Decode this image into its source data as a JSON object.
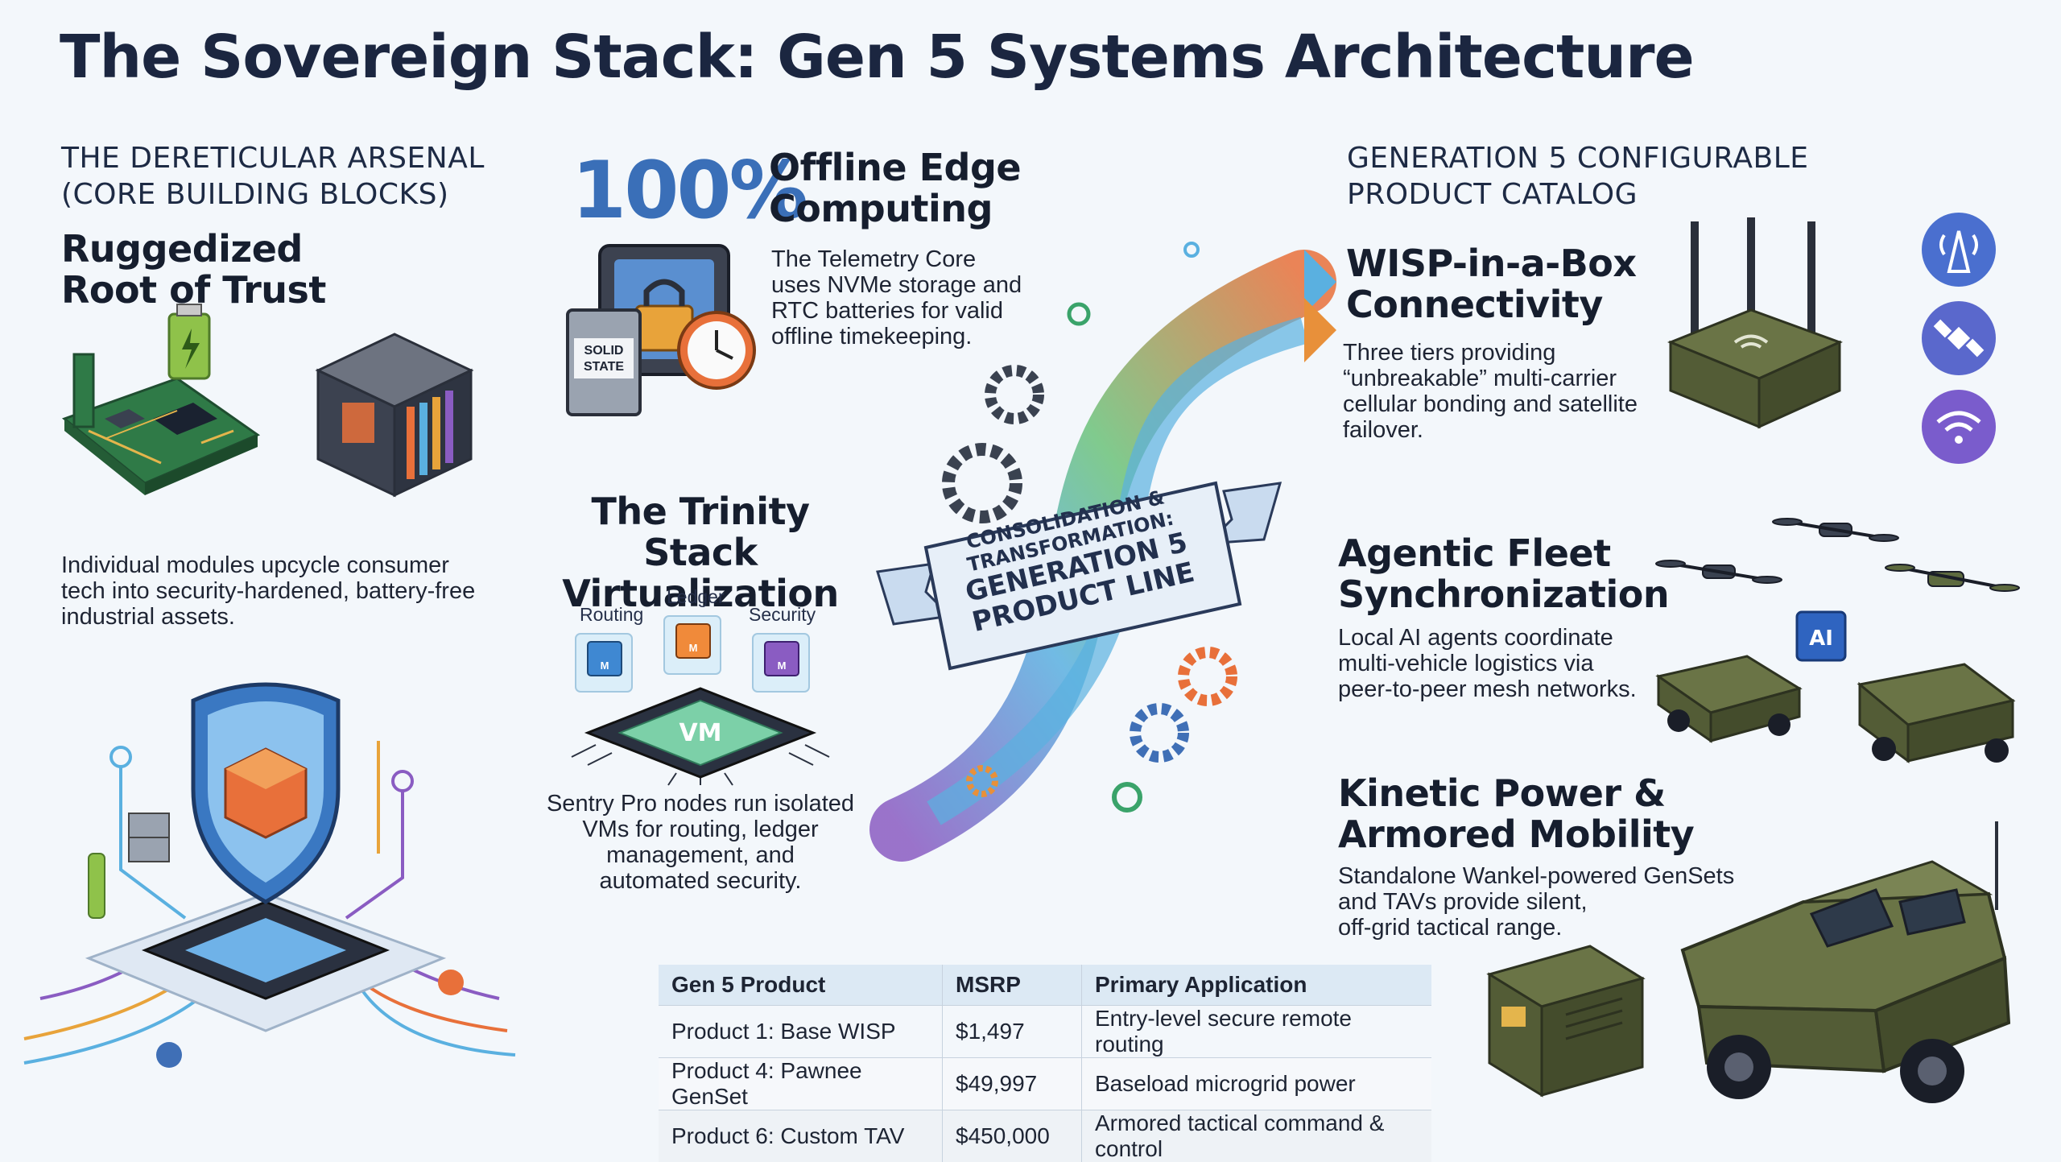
{
  "title": "The Sovereign Stack: Gen 5 Systems Architecture",
  "left": {
    "heading_line1": "THE DERETICULAR ARSENAL",
    "heading_line2": "(CORE BUILDING BLOCKS)",
    "rugged_line1": "Ruggedized",
    "rugged_line2": "Root of Trust",
    "desc_line1": "Individual modules upcycle consumer",
    "desc_line2": "tech into security-hardened, battery-free",
    "desc_line3": "industrial assets."
  },
  "middle": {
    "percent": "100%",
    "offline_line1": "Offline Edge",
    "offline_line2": "Computing",
    "ssd_label_line1": "SOLID",
    "ssd_label_line2": "STATE",
    "telemetry_line1": "The Telemetry Core",
    "telemetry_line2": "uses NVMe storage and",
    "telemetry_line3": "RTC batteries for valid",
    "telemetry_line4": "offline timekeeping.",
    "trinity_line1": "The Trinity Stack",
    "trinity_line2": "Virtualization",
    "vm_labels": [
      "Routing",
      "Ledger",
      "Security"
    ],
    "vm_cube_letter": "M",
    "vm_chip": "VM",
    "sentry_line1": "Sentry Pro nodes run isolated",
    "sentry_line2": "VMs for routing, ledger",
    "sentry_line3": "management, and",
    "sentry_line4": "automated security.",
    "banner_line1": "CONSOLIDATION &",
    "banner_line2": "TRANSFORMATION:",
    "banner_line3": "GENERATION 5",
    "banner_line4": "PRODUCT LINE"
  },
  "right": {
    "heading_line1": "GENERATION 5 CONFIGURABLE",
    "heading_line2": "PRODUCT CATALOG",
    "wisp_line1": "WISP-in-a-Box",
    "wisp_line2": "Connectivity",
    "wisp_desc1": "Three tiers providing",
    "wisp_desc2": "“unbreakable” multi-carrier",
    "wisp_desc3": "cellular bonding and satellite",
    "wisp_desc4": "failover.",
    "fleet_line1": "Agentic Fleet",
    "fleet_line2": "Synchronization",
    "fleet_desc1": "Local AI agents coordinate",
    "fleet_desc2": "multi-vehicle logistics via",
    "fleet_desc3": "peer-to-peer mesh networks.",
    "ai_chip": "AI",
    "kinetic_line1": "Kinetic Power &",
    "kinetic_line2": "Armored Mobility",
    "kinetic_desc1": "Standalone Wankel-powered GenSets",
    "kinetic_desc2": "and TAVs provide silent,",
    "kinetic_desc3": "off-grid tactical range."
  },
  "table": {
    "headers": [
      "Gen 5 Product",
      "MSRP",
      "Primary Application"
    ],
    "rows": [
      [
        "Product 1: Base WISP",
        "$1,497",
        "Entry-level secure remote routing"
      ],
      [
        "Product 4: Pawnee GenSet",
        "$49,997",
        "Baseload microgrid power"
      ],
      [
        "Product 6: Custom TAV",
        "$450,000",
        "Armored tactical command & control"
      ]
    ]
  },
  "icons": [
    "circuit-board-icon",
    "battery-icon",
    "server-cube-icon",
    "shield-chip-icon",
    "ssd-lock-icon",
    "clock-icon",
    "gear-icon",
    "cell-tower-icon",
    "satellite-icon",
    "wifi-icon",
    "drone-icon",
    "military-truck-icon",
    "generator-icon",
    "armored-vehicle-icon"
  ],
  "colors": {
    "title": "#1b2640",
    "accent_blue": "#3a6fb8",
    "gear_orange": "#e8703a",
    "gear_blue": "#3f6fb6",
    "army_green": "#5d6a3f"
  }
}
